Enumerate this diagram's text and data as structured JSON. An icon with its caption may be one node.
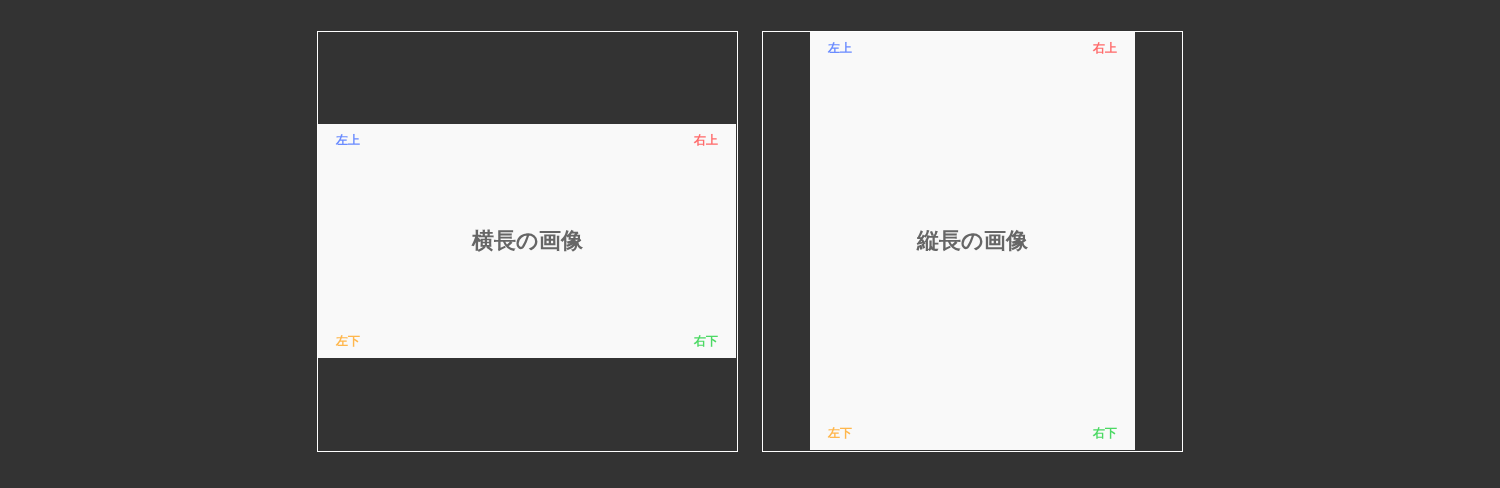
{
  "diagram": {
    "nodes": [
      {
        "text": [],
        "shape": "box"
      },
      {
        "text": [
          "左上",
          "右上",
          "横長の画像",
          "左下",
          "右下"
        ],
        "in": 0
      },
      {
        "text": [],
        "shape": "box"
      },
      {
        "text": [
          "左上",
          "右上",
          "縦長の画像",
          "左下",
          "右下"
        ],
        "in": 2
      }
    ]
  }
}
